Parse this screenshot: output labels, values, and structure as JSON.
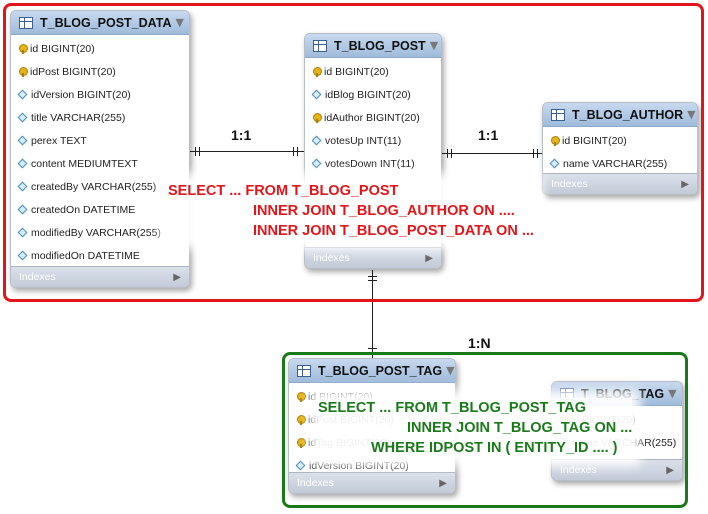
{
  "tables": {
    "post_data": {
      "name": "T_BLOG_POST_DATA",
      "columns": [
        {
          "icon": "key-icon",
          "text": "id BIGINT(20)"
        },
        {
          "icon": "key-icon",
          "text": "idPost BIGINT(20)"
        },
        {
          "icon": "diamond-icon",
          "text": "idVersion BIGINT(20)"
        },
        {
          "icon": "diamond-icon",
          "text": "title VARCHAR(255)"
        },
        {
          "icon": "diamond-icon",
          "text": "perex TEXT"
        },
        {
          "icon": "diamond-icon",
          "text": "content MEDIUMTEXT"
        },
        {
          "icon": "diamond-icon",
          "text": "createdBy VARCHAR(255)"
        },
        {
          "icon": "diamond-icon",
          "text": "createdOn DATETIME"
        },
        {
          "icon": "diamond-icon",
          "text": "modifiedBy VARCHAR(255)"
        },
        {
          "icon": "diamond-icon",
          "text": "modifiedOn DATETIME"
        }
      ],
      "footer": "Indexes"
    },
    "post": {
      "name": "T_BLOG_POST",
      "columns": [
        {
          "icon": "key-icon",
          "text": "id BIGINT(20)"
        },
        {
          "icon": "diamond-icon",
          "text": "idBlog BIGINT(20)"
        },
        {
          "icon": "key-icon",
          "text": "idAuthor BIGINT(20)"
        },
        {
          "icon": "diamond-icon",
          "text": "votesUp INT(11)"
        },
        {
          "icon": "diamond-icon",
          "text": "votesDown INT(11)"
        }
      ],
      "footer": "Indexes"
    },
    "author": {
      "name": "T_BLOG_AUTHOR",
      "columns": [
        {
          "icon": "key-icon",
          "text": "id BIGINT(20)"
        },
        {
          "icon": "diamond-icon",
          "text": "name VARCHAR(255)"
        }
      ],
      "footer": "Indexes"
    },
    "post_tag": {
      "name": "T_BLOG_POST_TAG",
      "columns": [
        {
          "icon": "key-icon",
          "text": "id BIGINT(20)"
        },
        {
          "icon": "key-icon",
          "text": "idPost BIGINT(20)"
        },
        {
          "icon": "key-icon",
          "text": "idTag BIGINT(20)"
        },
        {
          "icon": "diamond-icon",
          "text": "idVersion BIGINT(20)"
        }
      ],
      "footer": "Indexes"
    },
    "tag": {
      "name": "T_BLOG_TAG",
      "columns": [
        {
          "icon": "key-icon",
          "text": "id BIGINT(20)"
        },
        {
          "icon": "diamond-icon",
          "text": "name VARCHAR(255)"
        }
      ],
      "footer": "Indexes"
    }
  },
  "relations": {
    "post_data_to_post": "1:1",
    "post_to_author": "1:1",
    "post_to_post_tag": "1:N"
  },
  "queries": {
    "red": [
      "SELECT ... FROM T_BLOG_POST",
      "INNER JOIN T_BLOG_AUTHOR ON ....",
      "INNER JOIN T_BLOG_POST_DATA ON ..."
    ],
    "green": [
      "SELECT ... FROM T_BLOG_POST_TAG",
      "INNER JOIN T_BLOG_TAG ON ...",
      "WHERE IDPOST IN ( ENTITY_ID .... )"
    ]
  },
  "colors": {
    "red_frame": "#e0161b",
    "green_frame": "#1a7a1a"
  }
}
